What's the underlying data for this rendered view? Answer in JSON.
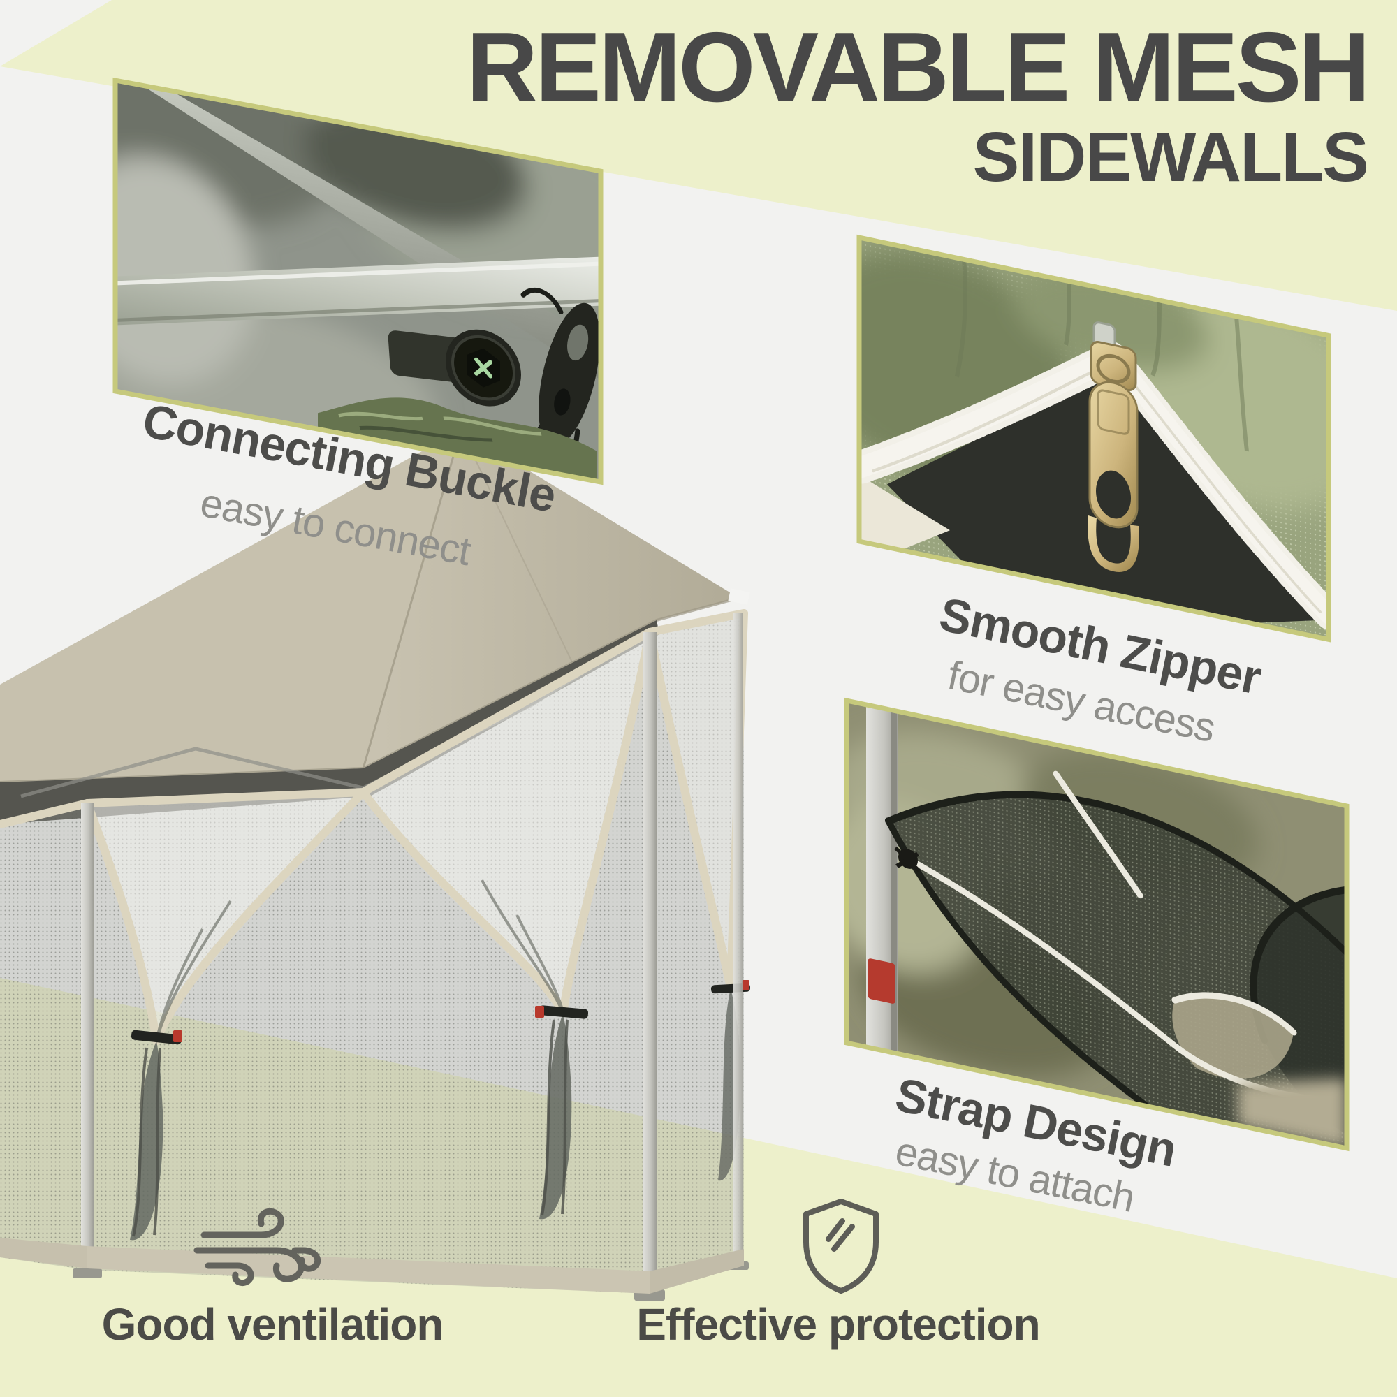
{
  "title": {
    "line1": "REMOVABLE MESH",
    "line2": "SIDEWALLS"
  },
  "features": [
    {
      "id": "connecting-buckle",
      "title": "Connecting Buckle",
      "subtitle": "easy to connect",
      "photo": "buckle-on-canopy-frame-photo"
    },
    {
      "id": "smooth-zipper",
      "title": "Smooth Zipper",
      "subtitle": "for easy access",
      "photo": "white-zipper-gold-slider-photo"
    },
    {
      "id": "strap-design",
      "title": "Strap Design",
      "subtitle": "easy to attach",
      "photo": "mesh-sidewall-strap-photo"
    }
  ],
  "benefits": [
    {
      "icon": "wind-icon",
      "label": "Good ventilation"
    },
    {
      "icon": "shield-icon",
      "label": "Effective protection"
    }
  ],
  "product_image": {
    "name": "pop-up-canopy-tent-with-mesh-sidewalls"
  },
  "colors": {
    "background_light": "#f2f2f0",
    "background_accent": "#edf0cb",
    "photo_border": "#c6c97c",
    "title_text": "#484848",
    "caption_text": "#4d4d4b",
    "caption_subtext": "#8f8f8b",
    "label_text": "#4b4b47",
    "canopy_beige": "#bfb9a6",
    "icon_gray": "#63635d"
  }
}
